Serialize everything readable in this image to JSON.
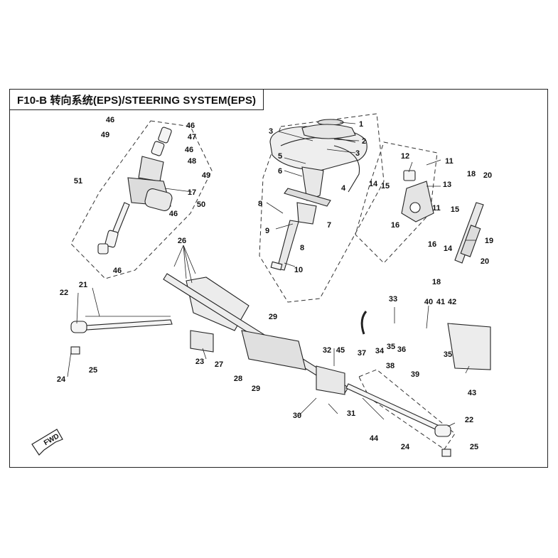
{
  "header": {
    "title": "F10-B 转向系统(EPS)/STEERING SYSTEM(EPS)"
  },
  "fwd_label": "FWD",
  "callouts": [
    "1",
    "2",
    "3",
    "3",
    "4",
    "5",
    "6",
    "7",
    "8",
    "8",
    "9",
    "10",
    "11",
    "11",
    "12",
    "13",
    "14",
    "14",
    "15",
    "15",
    "16",
    "16",
    "17",
    "18",
    "18",
    "19",
    "20",
    "20",
    "21",
    "22",
    "22",
    "23",
    "24",
    "24",
    "25",
    "25",
    "26",
    "27",
    "28",
    "29",
    "29",
    "30",
    "31",
    "32",
    "33",
    "34",
    "35",
    "35",
    "36",
    "37",
    "38",
    "39",
    "40",
    "41",
    "42",
    "43",
    "44",
    "45",
    "46",
    "46",
    "46",
    "46",
    "47",
    "48",
    "49",
    "49",
    "50",
    "51",
    "46"
  ]
}
